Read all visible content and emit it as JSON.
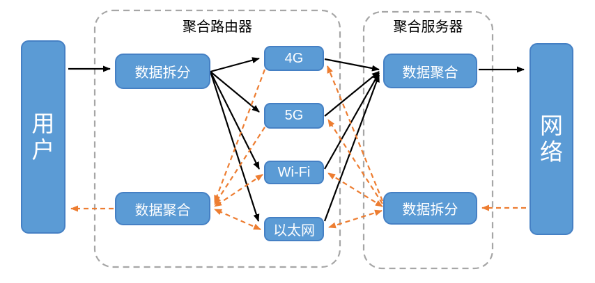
{
  "diagram": {
    "user": {
      "label": "用户"
    },
    "network": {
      "label": "网络"
    },
    "router": {
      "title": "聚合路由器",
      "split_label": "数据拆分",
      "aggregate_label": "数据聚合"
    },
    "server": {
      "title": "聚合服务器",
      "aggregate_label": "数据聚合",
      "split_label": "数据拆分"
    },
    "channels": [
      {
        "label": "4G"
      },
      {
        "label": "5G"
      },
      {
        "label": "Wi-Fi"
      },
      {
        "label": "以太网"
      }
    ],
    "colors": {
      "node_fill": "#5B9BD5",
      "node_border": "#4580C4",
      "node_text": "#FFFFFF",
      "upstream_arrow": "#000000",
      "downstream_arrow": "#ED7D31",
      "container_border": "#A6A6A6",
      "title_text": "#000000",
      "background": "#FFFFFF"
    }
  }
}
